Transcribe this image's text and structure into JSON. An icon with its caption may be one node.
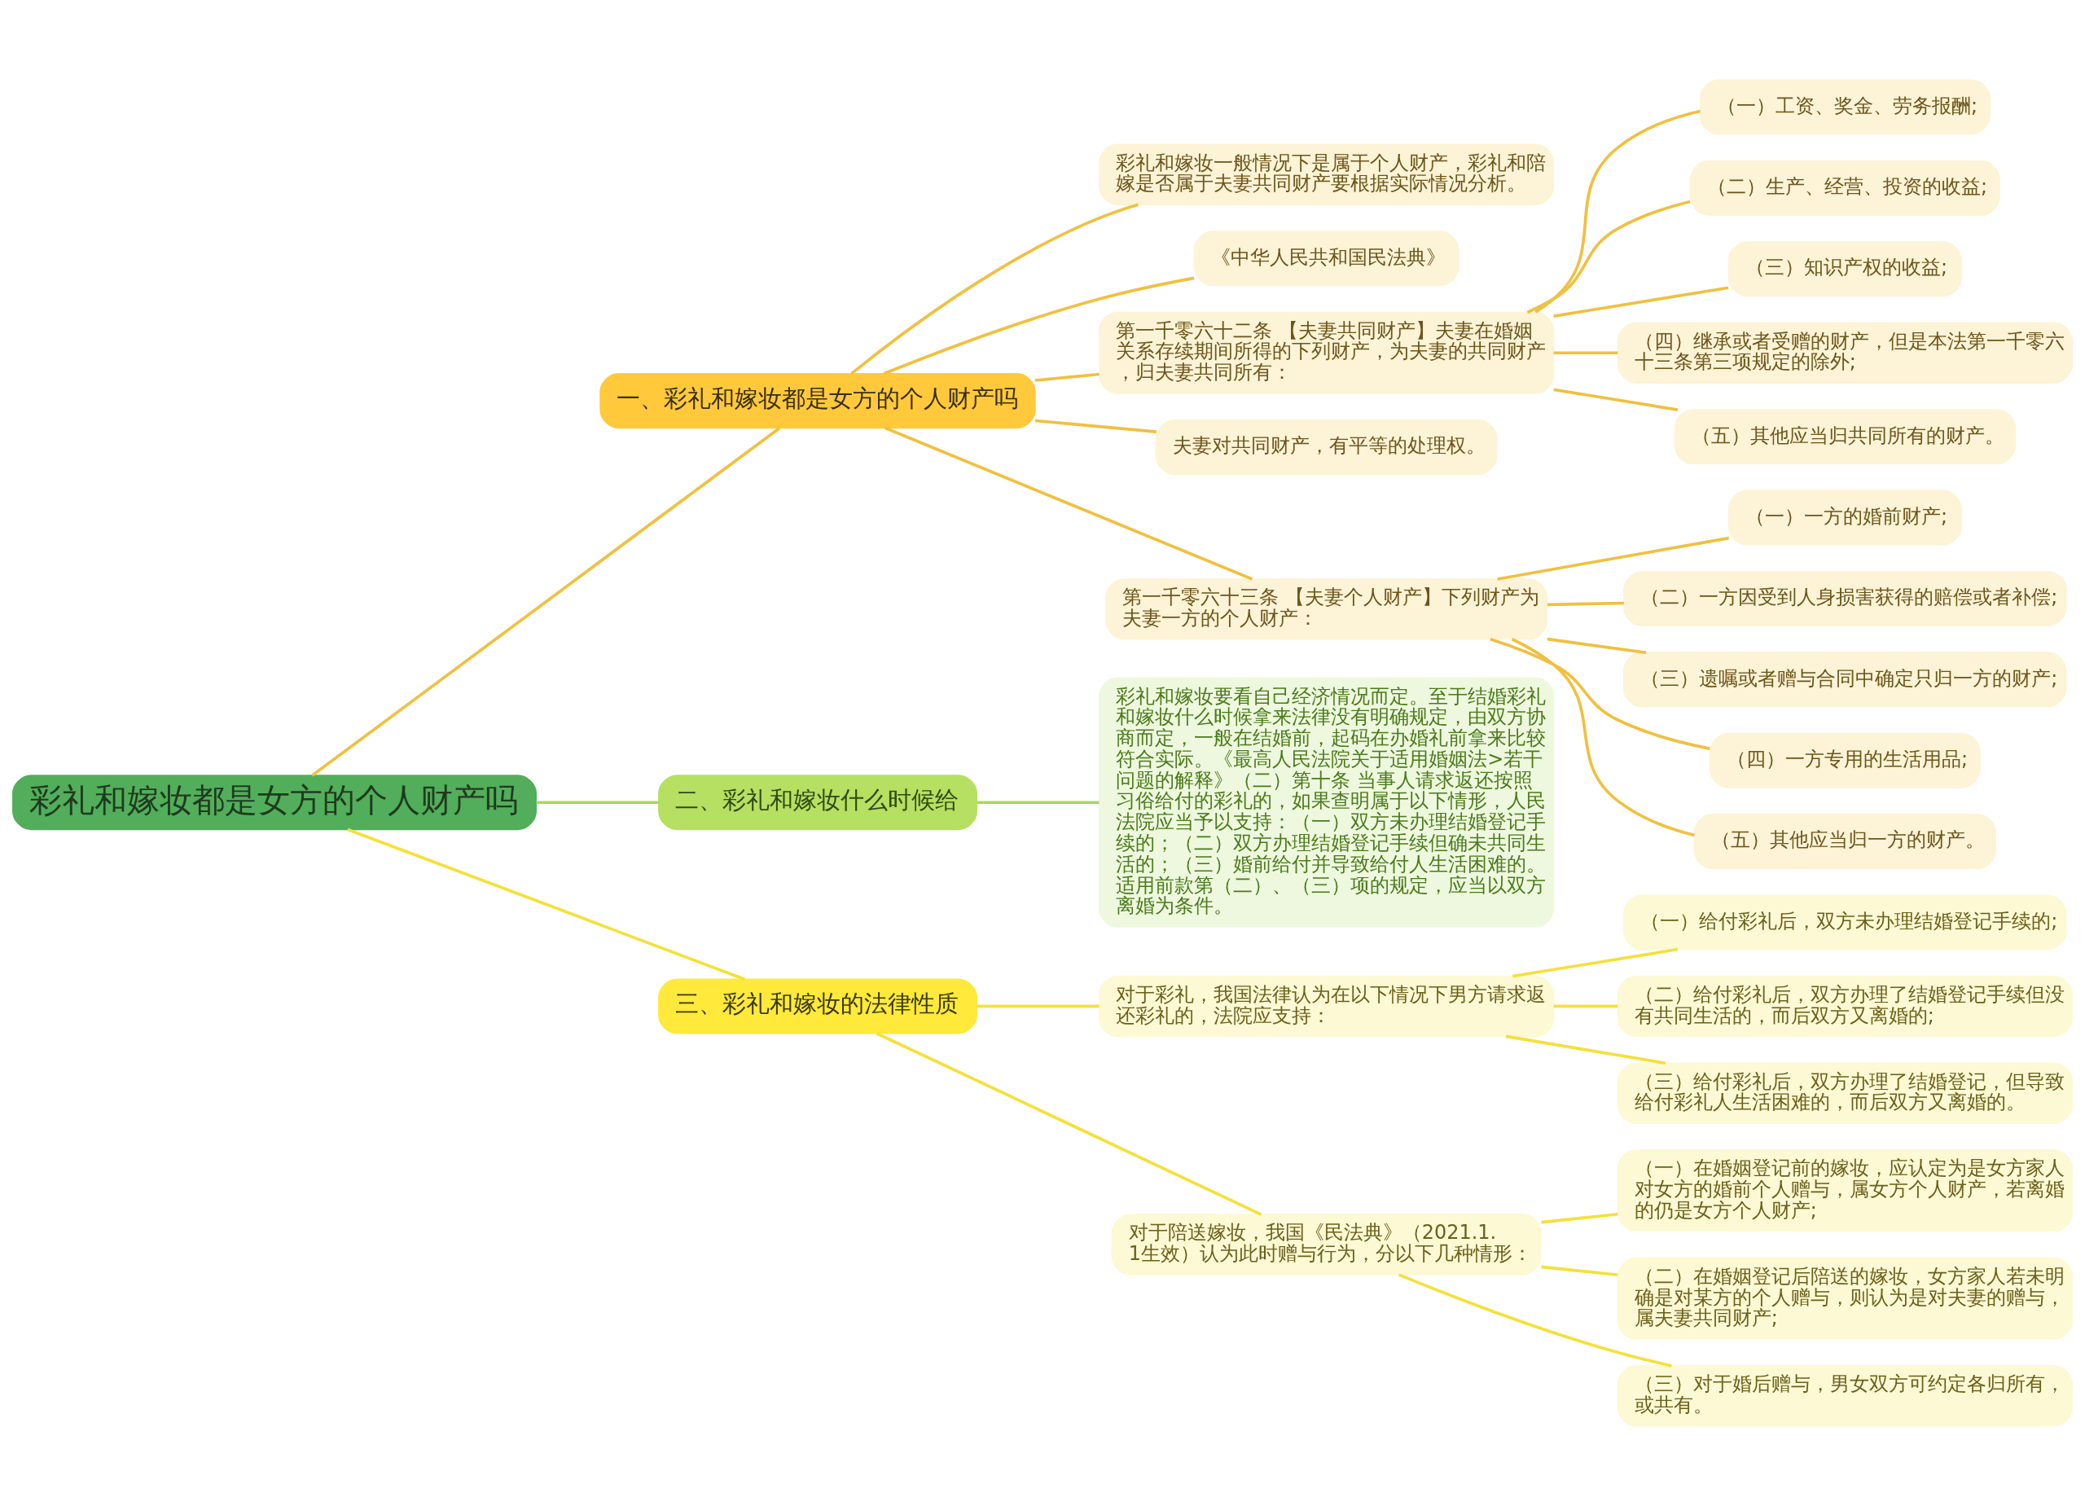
{
  "diagram": {
    "nodes": [
      {
        "text": [
          "彩礼和嫁妆都是女方的个人财产吗"
        ]
      },
      {
        "text": [
          "一、彩礼和嫁妆都是女方的个人财产吗"
        ]
      },
      {
        "text": [
          "彩礼和嫁妆一般情况下是属于个人财产，彩礼和陪嫁是否属于夫妻共同财产要根据实际情况分析。"
        ]
      },
      {
        "text": [
          "《中华人民共和国民法典》"
        ]
      },
      {
        "text": [
          "第一千零六十二条 【夫妻共同财产】夫妻在婚姻关系存续期间所得的下列财产，为夫妻的共同财产，归夫妻共同所有："
        ]
      },
      {
        "text": [
          "（一）工资、奖金、劳务报酬;"
        ]
      },
      {
        "text": [
          "（二）生产、经营、投资的收益;"
        ]
      },
      {
        "text": [
          "（三）知识产权的收益;"
        ]
      },
      {
        "text": [
          "（四）继承或者受赠的财产，但是本法第一千零六十三条第三项规定的除外;"
        ]
      },
      {
        "text": [
          "（五）其他应当归共同所有的财产。"
        ]
      },
      {
        "text": [
          "夫妻对共同财产，有平等的处理权。"
        ]
      },
      {
        "text": [
          "第一千零六十三条 【夫妻个人财产】下列财产为夫妻一方的个人财产："
        ]
      },
      {
        "text": [
          "（一）一方的婚前财产;"
        ]
      },
      {
        "text": [
          "（二）一方因受到人身损害获得的赔偿或者补偿;"
        ]
      },
      {
        "text": [
          "（三）遗嘱或者赠与合同中确定只归一方的财产;"
        ]
      },
      {
        "text": [
          "（四）一方专用的生活用品;"
        ]
      },
      {
        "text": [
          "（五）其他应当归一方的财产。"
        ]
      },
      {
        "text": [
          "二、彩礼和嫁妆什么时候给"
        ]
      },
      {
        "text": [
          "彩礼和嫁妆要看自己经济情况而定。至于结婚彩礼和嫁妆什么时候拿来法律没有明确规定，由双方协商而定，一般在结婚前，起码在办婚礼前拿来比较符合实际。《最高人民法院关于适用婚姻法>若干问题的解释》（二）第十条 当事人请求返还按照习俗给付的彩礼的，如果查明属于以下情形，人民法院应当予以支持：（一）双方未办理结婚登记手续的；（二）双方办理结婚登记手续但确未共同生活的；（三）婚前给付并导致给付人生活困难的。适用前款第（二）、（三）项的规定，应当以双方离婚为条件。"
        ]
      },
      {
        "text": [
          "三、彩礼和嫁妆的法律性质"
        ]
      },
      {
        "text": [
          "对于彩礼，我国法律认为在以下情况下男方请求返还彩礼的，法院应支持："
        ]
      },
      {
        "text": [
          "（一）给付彩礼后，双方未办理结婚登记手续的;"
        ]
      },
      {
        "text": [
          "（二）给付彩礼后，双方办理了结婚登记手续但没有共同生活的，而后双方又离婚的;"
        ]
      },
      {
        "text": [
          "（三）给付彩礼后，双方办理了结婚登记，但导致给付彩礼人生活困难的，而后双方又离婚的。"
        ]
      },
      {
        "text": [
          "对于陪送嫁妆，我国《民法典》（2021.1.1生效）认为此时赠与行为，分以下几种情形："
        ]
      },
      {
        "text": [
          "（一）在婚姻登记前的嫁妆，应认定为是女方家人对女方的婚前个人赠与，属女方个人财产，若离婚的仍是女方个人财产;"
        ]
      },
      {
        "text": [
          "（二）在婚姻登记后陪送的嫁妆，女方家人若未明确是对某方的个人赠与，则认为是对夫妻的赠与，属夫妻共同财产;"
        ]
      },
      {
        "text": [
          "（三）对于婚后赠与，男女双方可约定各归所有，或共有。"
        ]
      }
    ],
    "edges": [
      {
        "from": 0,
        "to": 1,
        "arrow": "none"
      },
      {
        "from": 1,
        "to": 2,
        "arrow": "none"
      },
      {
        "from": 1,
        "to": 3,
        "arrow": "none"
      },
      {
        "from": 1,
        "to": 4,
        "arrow": "none"
      },
      {
        "from": 4,
        "to": 5,
        "arrow": "none"
      },
      {
        "from": 4,
        "to": 6,
        "arrow": "none"
      },
      {
        "from": 4,
        "to": 7,
        "arrow": "none"
      },
      {
        "from": 4,
        "to": 8,
        "arrow": "none"
      },
      {
        "from": 4,
        "to": 9,
        "arrow": "none"
      },
      {
        "from": 1,
        "to": 10,
        "arrow": "none"
      },
      {
        "from": 1,
        "to": 11,
        "arrow": "none"
      },
      {
        "from": 11,
        "to": 12,
        "arrow": "none"
      },
      {
        "from": 11,
        "to": 13,
        "arrow": "none"
      },
      {
        "from": 11,
        "to": 14,
        "arrow": "none"
      },
      {
        "from": 11,
        "to": 15,
        "arrow": "none"
      },
      {
        "from": 11,
        "to": 16,
        "arrow": "none"
      },
      {
        "from": 0,
        "to": 17,
        "arrow": "none",
        "color": "#a8d95c"
      },
      {
        "from": 17,
        "to": 18,
        "arrow": "none",
        "color": "#a8d95c"
      },
      {
        "from": 0,
        "to": 19,
        "arrow": "none",
        "color": "#f5e03a"
      },
      {
        "from": 19,
        "to": 20,
        "arrow": "none",
        "color": "#f5e03a"
      },
      {
        "from": 20,
        "to": 21,
        "arrow": "none",
        "color": "#f5e03a"
      },
      {
        "from": 20,
        "to": 22,
        "arrow": "none",
        "color": "#f5e03a"
      },
      {
        "from": 20,
        "to": 23,
        "arrow": "none",
        "color": "#f5e03a"
      },
      {
        "from": 19,
        "to": 24,
        "arrow": "none",
        "color": "#f5e03a"
      },
      {
        "from": 24,
        "to": 25,
        "arrow": "none",
        "color": "#f5e03a"
      },
      {
        "from": 24,
        "to": 26,
        "arrow": "none",
        "color": "#f5e03a"
      },
      {
        "from": 24,
        "to": 27,
        "arrow": "none",
        "color": "#f5e03a"
      }
    ]
  }
}
